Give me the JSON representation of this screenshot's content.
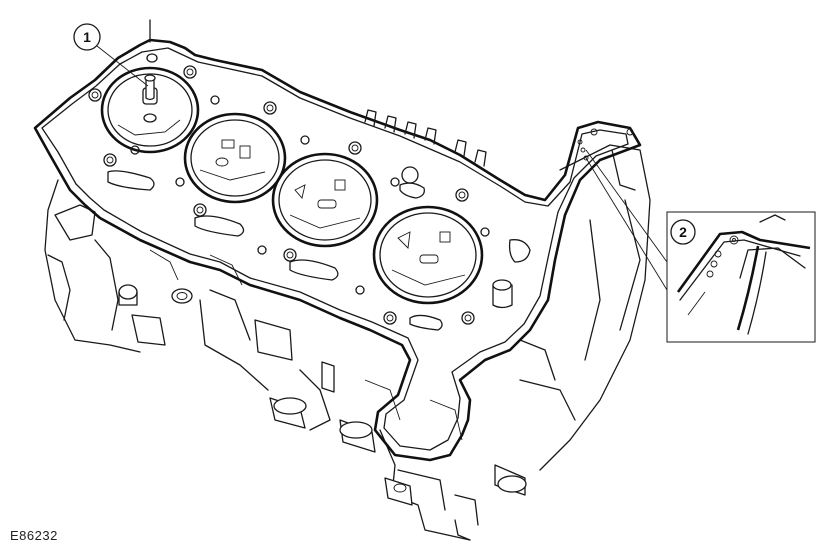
{
  "figure": {
    "id_label": "E86232",
    "callouts": [
      {
        "label": "1"
      },
      {
        "label": "2"
      }
    ]
  },
  "colors": {
    "line": "#1a1a1a",
    "background": "#ffffff"
  }
}
